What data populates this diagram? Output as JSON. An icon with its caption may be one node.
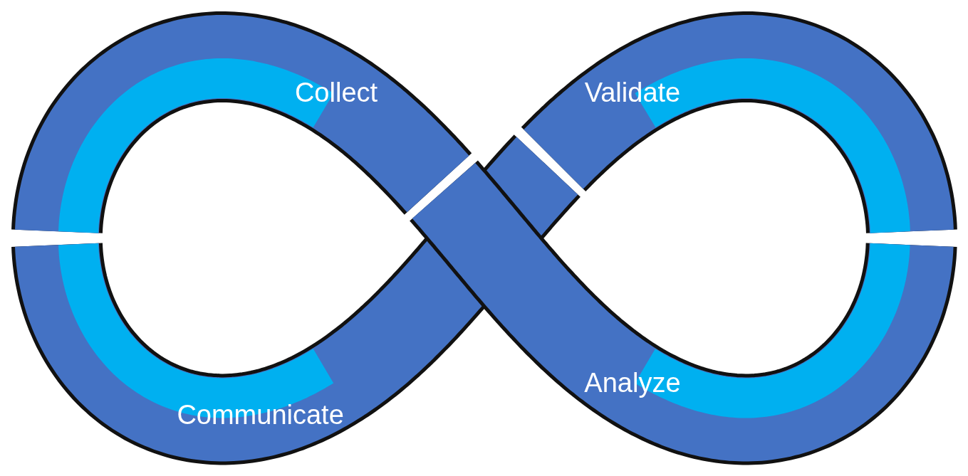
{
  "diagram": {
    "nodes": [
      {
        "text": [
          "Collect"
        ]
      },
      {
        "text": [
          "Validate"
        ]
      },
      {
        "text": [
          "Communicate"
        ]
      },
      {
        "text": [
          "Analyze"
        ]
      }
    ]
  }
}
